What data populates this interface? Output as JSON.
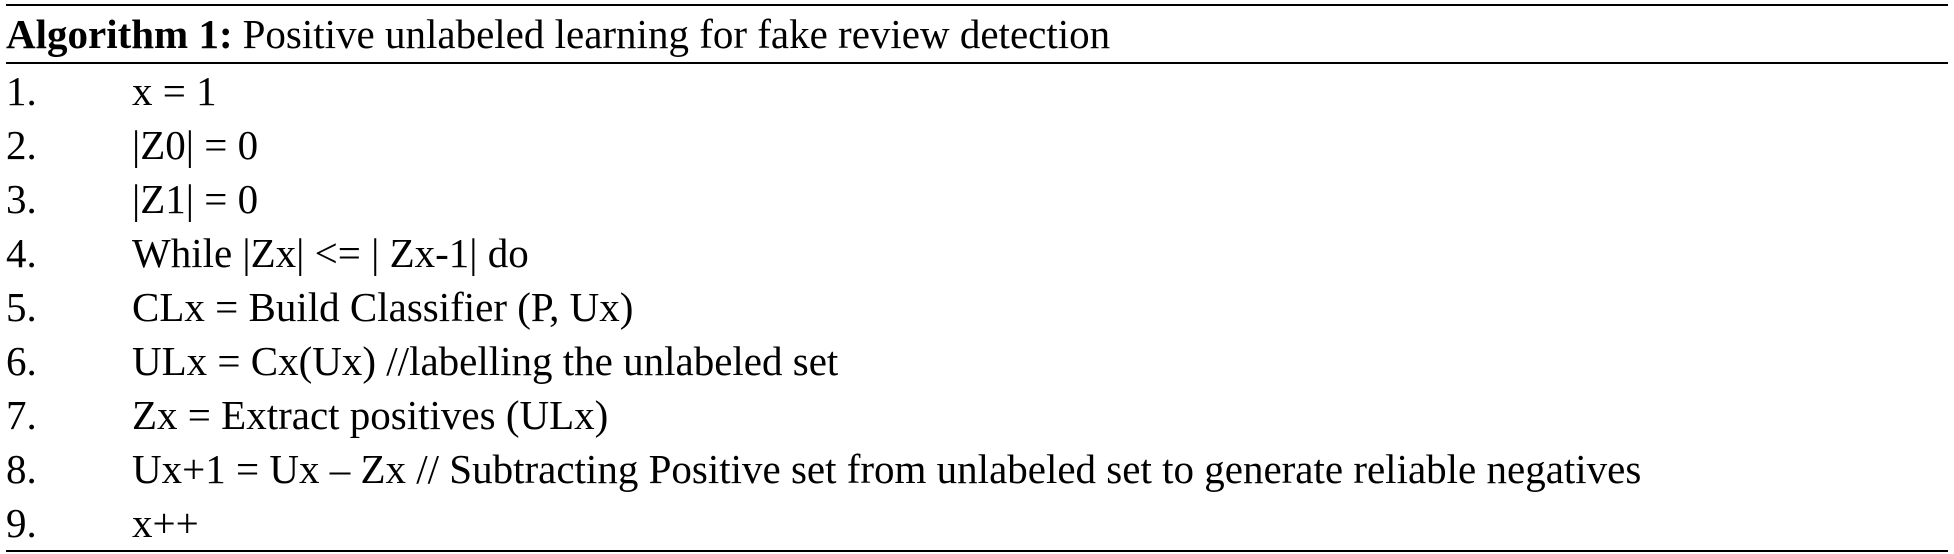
{
  "algorithm": {
    "label": "Algorithm 1:",
    "title": "Positive unlabeled learning for fake review detection",
    "steps": [
      {
        "num": "1.",
        "code": "x = 1"
      },
      {
        "num": "2.",
        "code": "|Z0| = 0"
      },
      {
        "num": "3.",
        "code": "|Z1| = 0"
      },
      {
        "num": "4.",
        "code": "While |Zx| <= | Zx-1| do"
      },
      {
        "num": "5.",
        "code": "CLx = Build Classifier (P, Ux)"
      },
      {
        "num": "6.",
        "code": "ULx = Cx(Ux) //labelling the unlabeled set"
      },
      {
        "num": "7.",
        "code": "Zx = Extract positives (ULx)"
      },
      {
        "num": "8.",
        "code": "Ux+1 = Ux – Zx // Subtracting Positive set from unlabeled set to generate reliable negatives"
      },
      {
        "num": "9.",
        "code": "x++"
      }
    ]
  }
}
